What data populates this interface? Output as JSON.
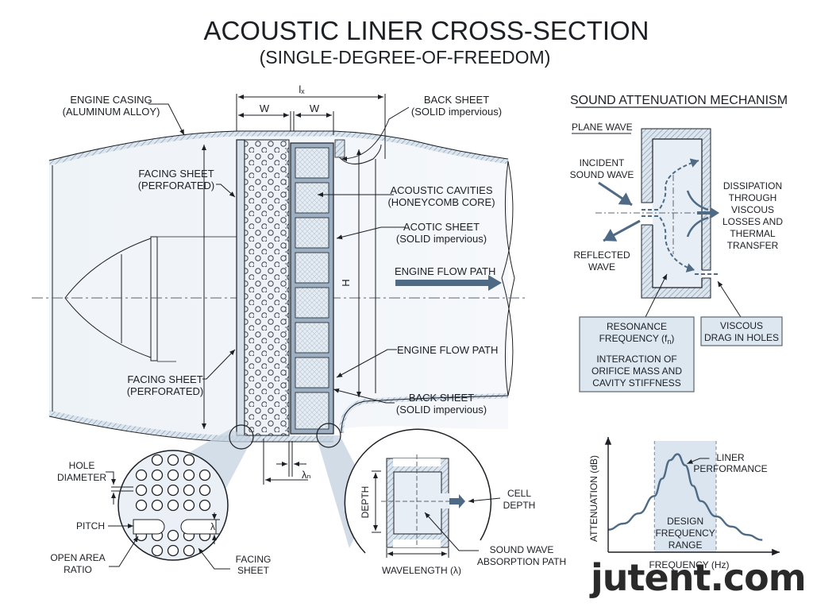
{
  "title": "ACOUSTIC LINER CROSS-SECTION",
  "subtitle": "(SINGLE-DEGREE-OF-FREEDOM)",
  "colors": {
    "ink": "#1c1f24",
    "fill_light": "#e8eef5",
    "fill_panel": "#d4dfea",
    "accent_arrow": "#4e6a85",
    "hatch": "#8fa3b7",
    "cone": "#b5c6d6"
  },
  "main_diagram": {
    "labels": {
      "engine_casing": [
        "ENGINE CASING",
        "(ALUMINUM ALLOY)"
      ],
      "back_sheet_top": [
        "BACK SHEET",
        "(SOLID impervious)"
      ],
      "facing_sheet_top": [
        "FACING SHEET",
        "(PERFORATED)"
      ],
      "acoustic_cavities": [
        "ACOUSTIC CAVITIES",
        "(HONEYCOMB CORE)"
      ],
      "acotic_sheet": [
        "ACOTIC SHEET",
        "(SOLID impervious)"
      ],
      "engine_flow_path_arrow": "ENGINE FLOW PATH",
      "engine_flow_path_lower": "ENGINE FLOW PATH",
      "facing_sheet_bottom": [
        "FACING SHEET",
        "(PERFORATED)"
      ],
      "back_sheet_bottom": [
        "BACK SHEET",
        "(SOLID impervious)"
      ]
    },
    "dimensions": {
      "total_width": "lₓ",
      "width_1": "W",
      "width_2": "W",
      "height": "H",
      "lambda_n": "λₙ"
    }
  },
  "detail_facing_sheet": {
    "labels": {
      "hole_diameter": [
        "HOLE",
        "DIAMETER"
      ],
      "pitch": "PITCH",
      "open_area_ratio": [
        "OPEN AREA",
        "RATIO"
      ],
      "facing_sheet": [
        "FACING",
        "SHEET"
      ],
      "lambda": "λ"
    }
  },
  "detail_cell": {
    "labels": {
      "depth": "DEPTH",
      "cell_depth": [
        "CELL",
        "DEPTH"
      ],
      "sound_wave_path": [
        "SOUND WAVE",
        "ABSORPTION PATH"
      ],
      "wavelength": "WAVELENGTH (λ)"
    }
  },
  "mechanism": {
    "title": "SOUND ATTENUATION MECHANISM",
    "plane_wave": "PLANE WAVE",
    "incident": [
      "INCIDENT",
      "SOUND WAVE"
    ],
    "reflected": [
      "REFLECTED",
      "WAVE"
    ],
    "dissipation": [
      "DISSIPATION",
      "THROUGH",
      "VISCOUS",
      "LOSSES AND",
      "THERMAL",
      "TRANSFER"
    ],
    "resonance_box": {
      "line1": "RESONANCE",
      "line2": "FREQUENCY (f",
      "line2_sub": "n",
      "line2_end": ")",
      "body": [
        "INTERACTION OF",
        "ORIFICE MASS AND",
        "CAVITY STIFFNESS"
      ]
    },
    "viscous_box": [
      "VISCOUS",
      "DRAG IN HOLES"
    ]
  },
  "chart_data": {
    "type": "line",
    "title": "",
    "xlabel": "FREQUENCY (Hz)",
    "ylabel": "ATTENUATION (dB)",
    "x": [
      0,
      0.1,
      0.2,
      0.3,
      0.35,
      0.4,
      0.45,
      0.5,
      0.55,
      0.6,
      0.7,
      0.8,
      0.9,
      1.0
    ],
    "series": [
      {
        "name": "LINER PERFORMANCE",
        "values": [
          0.22,
          0.28,
          0.38,
          0.55,
          0.72,
          0.9,
          0.96,
          0.85,
          0.65,
          0.5,
          0.35,
          0.25,
          0.17,
          0.12
        ]
      }
    ],
    "xlim": [
      0,
      1.05
    ],
    "ylim": [
      0,
      1.05
    ],
    "shaded_band": {
      "label": [
        "DESIGN",
        "FREQUENCY",
        "RANGE"
      ],
      "x_range": [
        0.3,
        0.7
      ]
    },
    "annotation": [
      "LINER",
      "PERFORMANCE"
    ],
    "grid": false,
    "legend": "none"
  },
  "watermark": "jutent.com"
}
